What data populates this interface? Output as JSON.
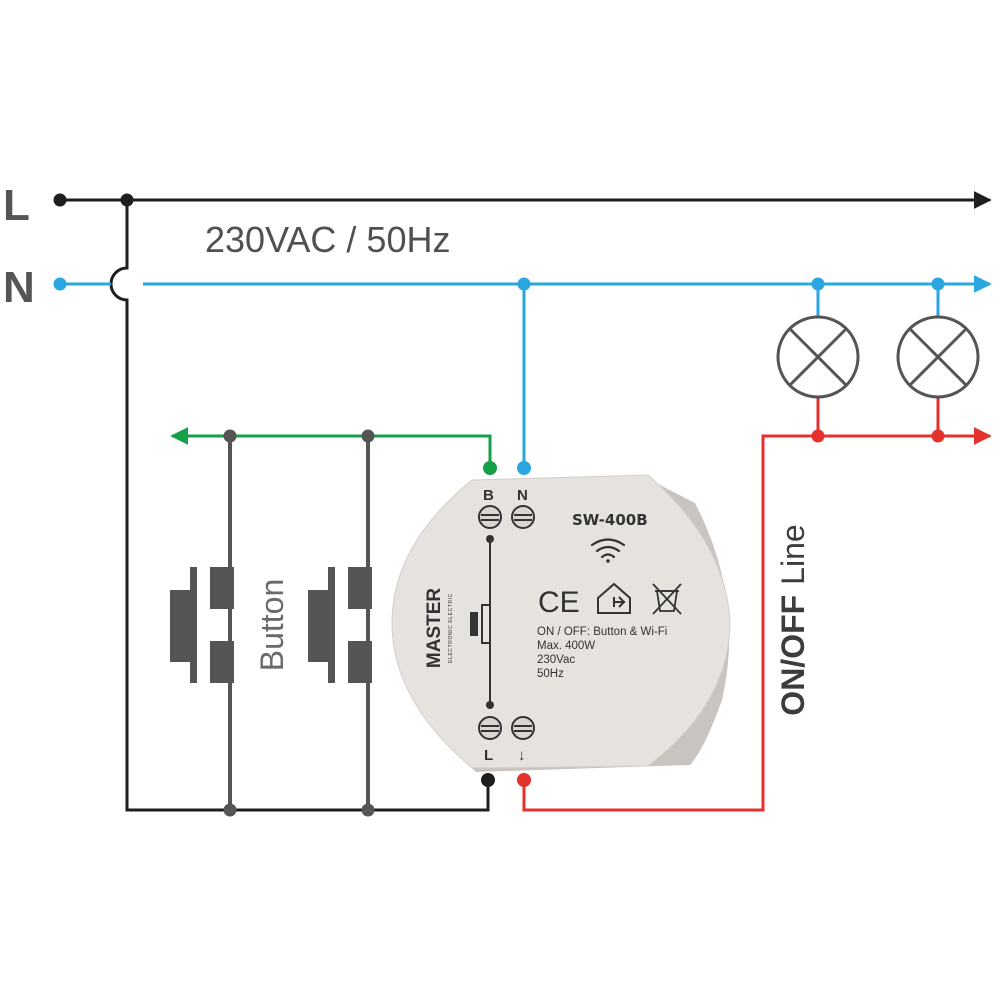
{
  "lines": {
    "live_label": "L",
    "neutral_label": "N",
    "voltage": "230VAC / 50Hz"
  },
  "buttons": {
    "label": "Button"
  },
  "output": {
    "label_bold": "ON/OFF",
    "label_regular": "Line"
  },
  "module": {
    "model": "SW-400B",
    "brand": "MASTER",
    "brand_sub": "ELECTRONIC ELECTRIC",
    "terminals": {
      "b": "B",
      "n": "N",
      "l": "L",
      "out": "↓"
    },
    "certification": "CE",
    "spec_lines": [
      "ON / OFF: Button & Wi-Fi",
      "Max. 400W",
      "230Vac",
      "50Hz"
    ],
    "icons": [
      "wifi-icon",
      "indoor-use-icon",
      "weee-bin-icon"
    ]
  },
  "colors": {
    "live": "#1e1e1e",
    "neutral": "#2aa7e0",
    "button_signal": "#17a04a",
    "switched_output": "#e3312e",
    "button_wiring": "#555555",
    "module_body": "#e6e2de"
  }
}
